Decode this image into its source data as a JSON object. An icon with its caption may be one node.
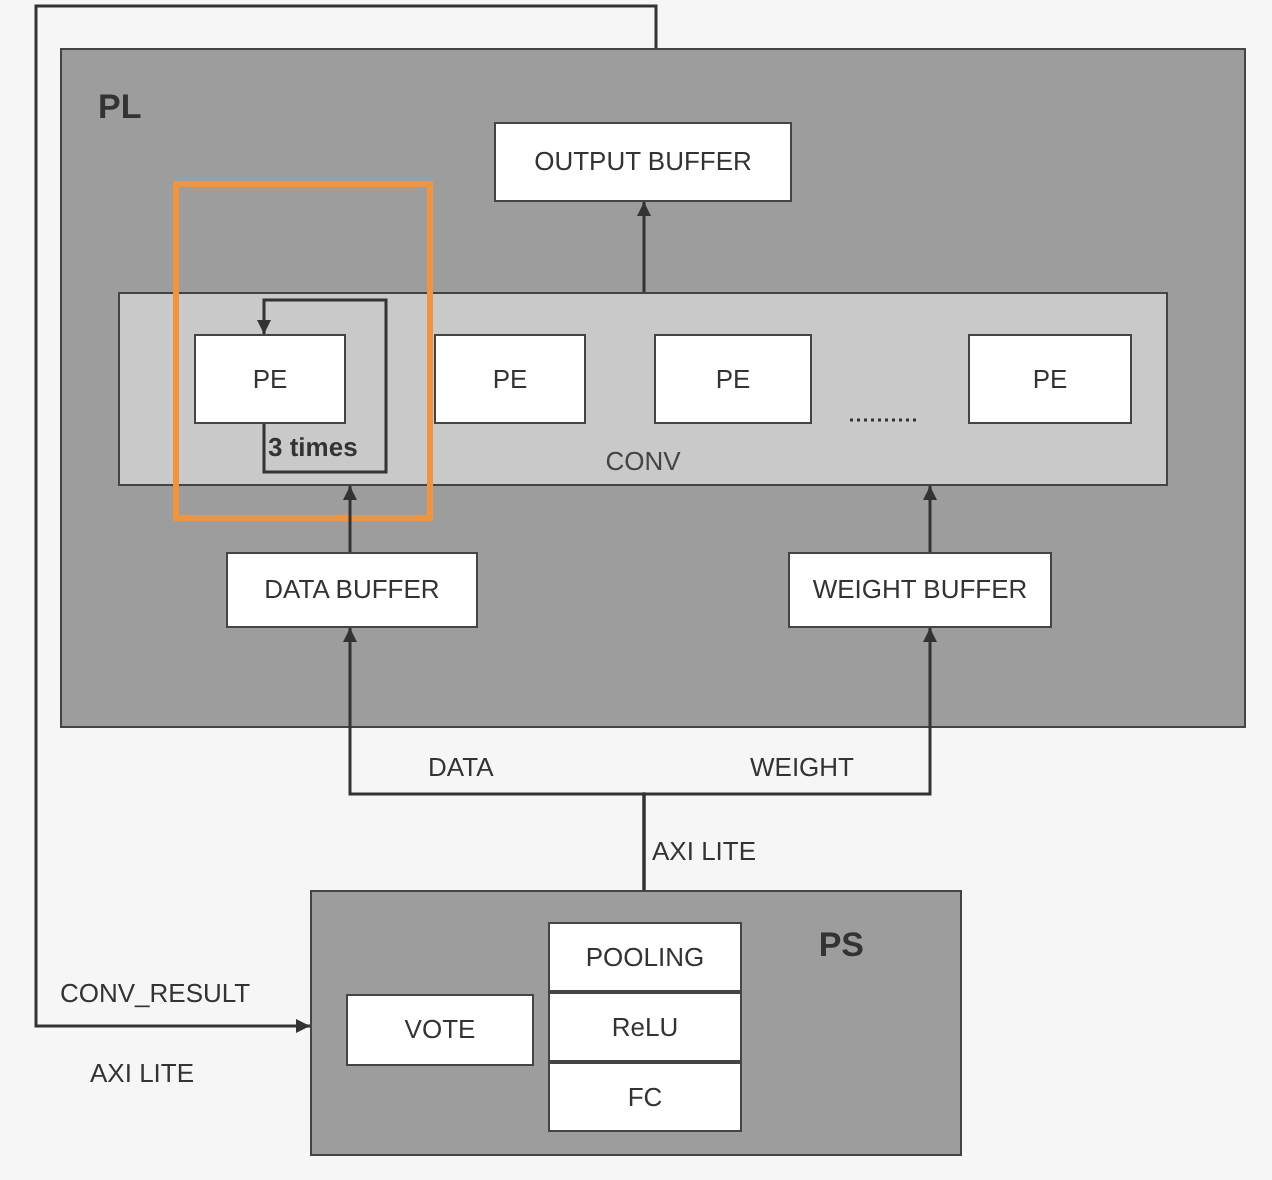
{
  "diagram": {
    "nodes": [
      {
        "text": [
          "PL"
        ]
      },
      {
        "text": [
          "OUTPUT BUFFER"
        ],
        "in": 0
      },
      {
        "text": [
          "CONV"
        ],
        "in": 0
      },
      {
        "text": [
          "PE"
        ],
        "in": 2
      },
      {
        "text": [
          "PE"
        ],
        "in": 2
      },
      {
        "text": [
          "PE"
        ],
        "in": 2
      },
      {
        "text": [
          "PE"
        ],
        "in": 2
      },
      {
        "text": [
          "DATA BUFFER"
        ],
        "in": 0
      },
      {
        "text": [
          "WEIGHT BUFFER"
        ],
        "in": 0
      },
      {
        "text": [
          "PS"
        ]
      },
      {
        "text": [
          "VOTE"
        ],
        "in": 9
      },
      {
        "text": [
          "POOLING"
        ],
        "in": 9
      },
      {
        "text": [
          "ReLU"
        ],
        "in": 9
      },
      {
        "text": [
          "FC"
        ],
        "in": 9
      }
    ],
    "edges": [
      {
        "from": 2,
        "to": 1,
        "arrow": "to"
      },
      {
        "from": 7,
        "to": 2,
        "arrow": "to"
      },
      {
        "from": 8,
        "to": 2,
        "arrow": "to"
      },
      {
        "from": 3,
        "to": 3,
        "arrow": "to",
        "label": "3 times"
      },
      {
        "from": 9,
        "to": 7,
        "arrow": "to",
        "label": "DATA"
      },
      {
        "from": 9,
        "to": 8,
        "arrow": "to",
        "label": "WEIGHT"
      },
      {
        "from": 0,
        "to": 9,
        "arrow": "to",
        "label": "CONV_RESULT"
      }
    ],
    "labels": [
      "AXI LITE",
      "AXI LITE"
    ]
  }
}
